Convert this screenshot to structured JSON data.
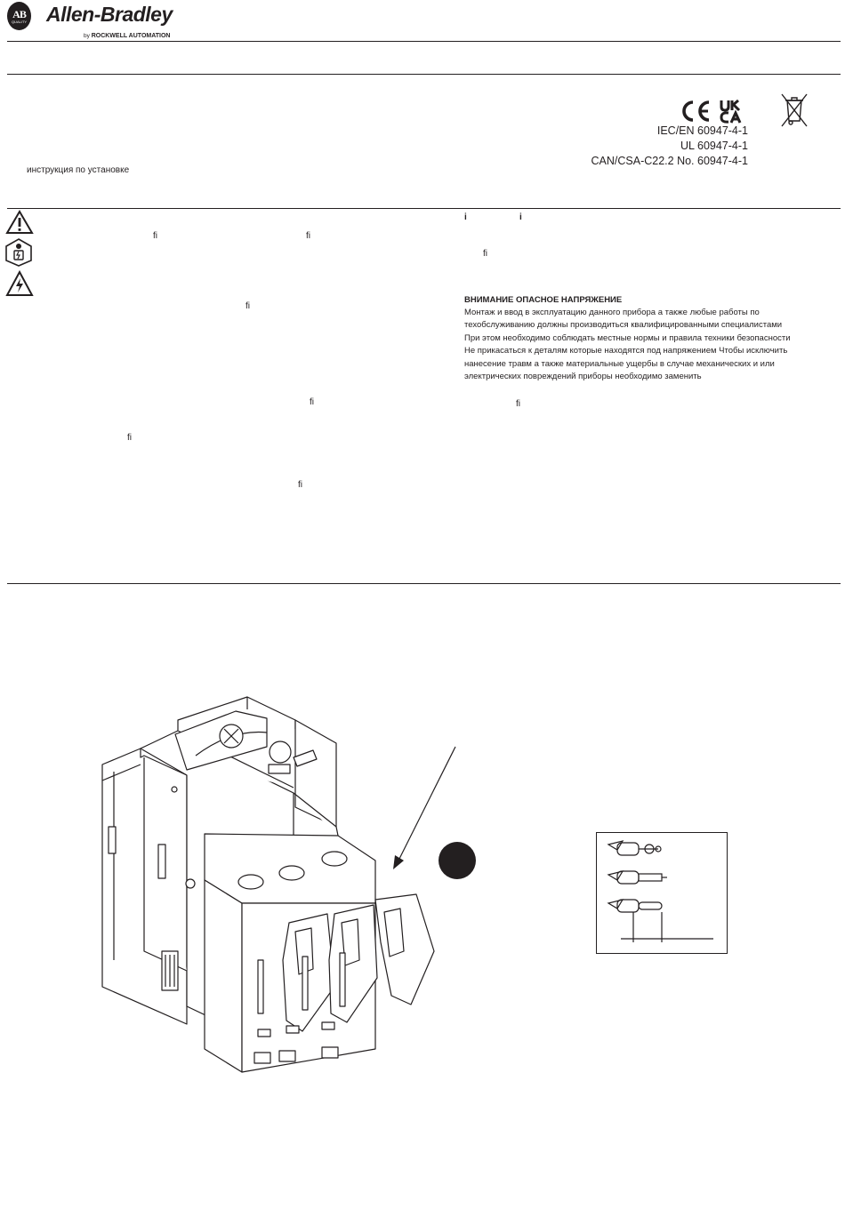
{
  "header": {
    "logo_badge": "AB",
    "logo_badge_sub": "QUALITY",
    "brand": "Allen-Bradley",
    "byline_prefix": "by",
    "byline_company": "ROCKWELL AUTOMATION"
  },
  "certifications": {
    "marks": [
      "CE",
      "UKCA"
    ],
    "disposal_icon": "crossed-out-wheelie-bin-icon",
    "standards": [
      "IEC/EN 60947-4-1",
      "UL 60947-4-1",
      "CAN/CSA-C22.2 No. 60947-4-1"
    ]
  },
  "document": {
    "type_label": "инструкция по установке"
  },
  "safety_icons": [
    "warning-triangle-icon",
    "qualified-person-icon",
    "electric-shock-icon"
  ],
  "fragments": {
    "left": [
      "ﬁ",
      "ﬁ",
      "ﬁ",
      "ﬁ",
      "ﬁ",
      "ﬁ"
    ],
    "right_info": [
      "i",
      "i"
    ],
    "right": [
      "ﬁ",
      "ﬁ"
    ]
  },
  "warning": {
    "title": "ВНИМАНИЕ  ОПАСНОЕ НАПРЯЖЕНИЕ",
    "lines": [
      "Монтаж и ввод в эксплуатацию данного прибора  а также любые работы по",
      "техобслуживанию  должны производиться квалифицированными специалистами",
      "При этом  необходимо соблюдать местные нормы и правила техники безопасности",
      "Не прикасаться к деталям  которые находятся под напряжением  Чтобы исключить",
      "нанесение травм  а также материальные ущербы  в случае механических и  или",
      "электрических повреждений приборы необходимо заменить"
    ]
  },
  "figure": {
    "device": "motor-protection-circuit-breaker-drawing",
    "wire_types": [
      "stranded-wire-icon",
      "wire-with-ferrule-icon",
      "solid-wire-icon"
    ],
    "colors": {
      "ink": "#231f20"
    }
  }
}
